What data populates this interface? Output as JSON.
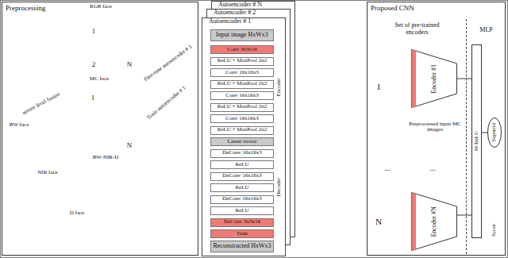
{
  "diagram": {
    "nodes": [
      {
        "text": [
          "Preprocessing"
        ]
      },
      {
        "text": [
          "Autoencoder # N"
        ]
      },
      {
        "text": [
          "Autoencoder # 2"
        ]
      },
      {
        "text": [
          "Autoencoder # 1"
        ]
      },
      {
        "text": [
          "Input image HxWx3"
        ],
        "in": 3
      },
      {
        "text": [
          "Conv 3x3x16"
        ],
        "in": 3
      },
      {
        "text": [
          "ReLU + MaxPool 2x2"
        ],
        "in": 3
      },
      {
        "text": [
          "Conv 16x16x3"
        ],
        "in": 3
      },
      {
        "text": [
          "ReLU + MaxPool 2x2"
        ],
        "in": 3
      },
      {
        "text": [
          "Conv 16x16x3"
        ],
        "in": 3
      },
      {
        "text": [
          "ReLU + MaxPool 2x2"
        ],
        "in": 3
      },
      {
        "text": [
          "Conv 16x16x3"
        ],
        "in": 3
      },
      {
        "text": [
          "ReLU + MaxPool 2x2"
        ],
        "in": 3
      },
      {
        "text": [
          "Latent vector"
        ],
        "in": 3
      },
      {
        "text": [
          "DeConv 16x16x3"
        ],
        "in": 3
      },
      {
        "text": [
          "ReLU"
        ],
        "in": 3
      },
      {
        "text": [
          "DeConv 16x16x3"
        ],
        "in": 3
      },
      {
        "text": [
          "ReLU"
        ],
        "in": 3
      },
      {
        "text": [
          "DeConv 16x16x3"
        ],
        "in": 3
      },
      {
        "text": [
          "ReLU"
        ],
        "in": 3
      },
      {
        "text": [
          "DeConv 3x3x16"
        ],
        "in": 3
      },
      {
        "text": [
          "Tanh"
        ],
        "in": 3
      },
      {
        "text": [
          "Reconstructed HxWx3"
        ],
        "in": 3
      },
      {
        "text": [
          "Proposed CNN"
        ]
      },
      {
        "text": [
          "Set of pre-trained encoders"
        ],
        "in": 23
      },
      {
        "text": [
          "MLP"
        ],
        "in": 23
      },
      {
        "text": [
          "Encoder #1"
        ],
        "in": 24
      },
      {
        "text": [
          "Encoder #N"
        ],
        "in": 24
      },
      {
        "text": [
          "10 ReLU"
        ],
        "in": 25
      },
      {
        "text": [
          "Sigmoid"
        ],
        "in": 25
      }
    ],
    "edges": [
      {
        "from": 26,
        "to": 28,
        "arrow": "none"
      },
      {
        "from": 27,
        "to": 28,
        "arrow": "none"
      },
      {
        "from": 28,
        "to": 29,
        "arrow": "none"
      }
    ],
    "labels": [
      "RGB face",
      "1",
      "2",
      "N",
      "sensor level fusion",
      "MC face",
      "1",
      "N",
      "BW-NIR-D",
      "BW face",
      "NIR face",
      "D face",
      "Fine-tune autoencoder # 1",
      "Train autoencoder # 1",
      "Encoder",
      "Decoder",
      "1",
      "N",
      "...",
      "...",
      "Preprocessed input MC images",
      "Score"
    ]
  }
}
